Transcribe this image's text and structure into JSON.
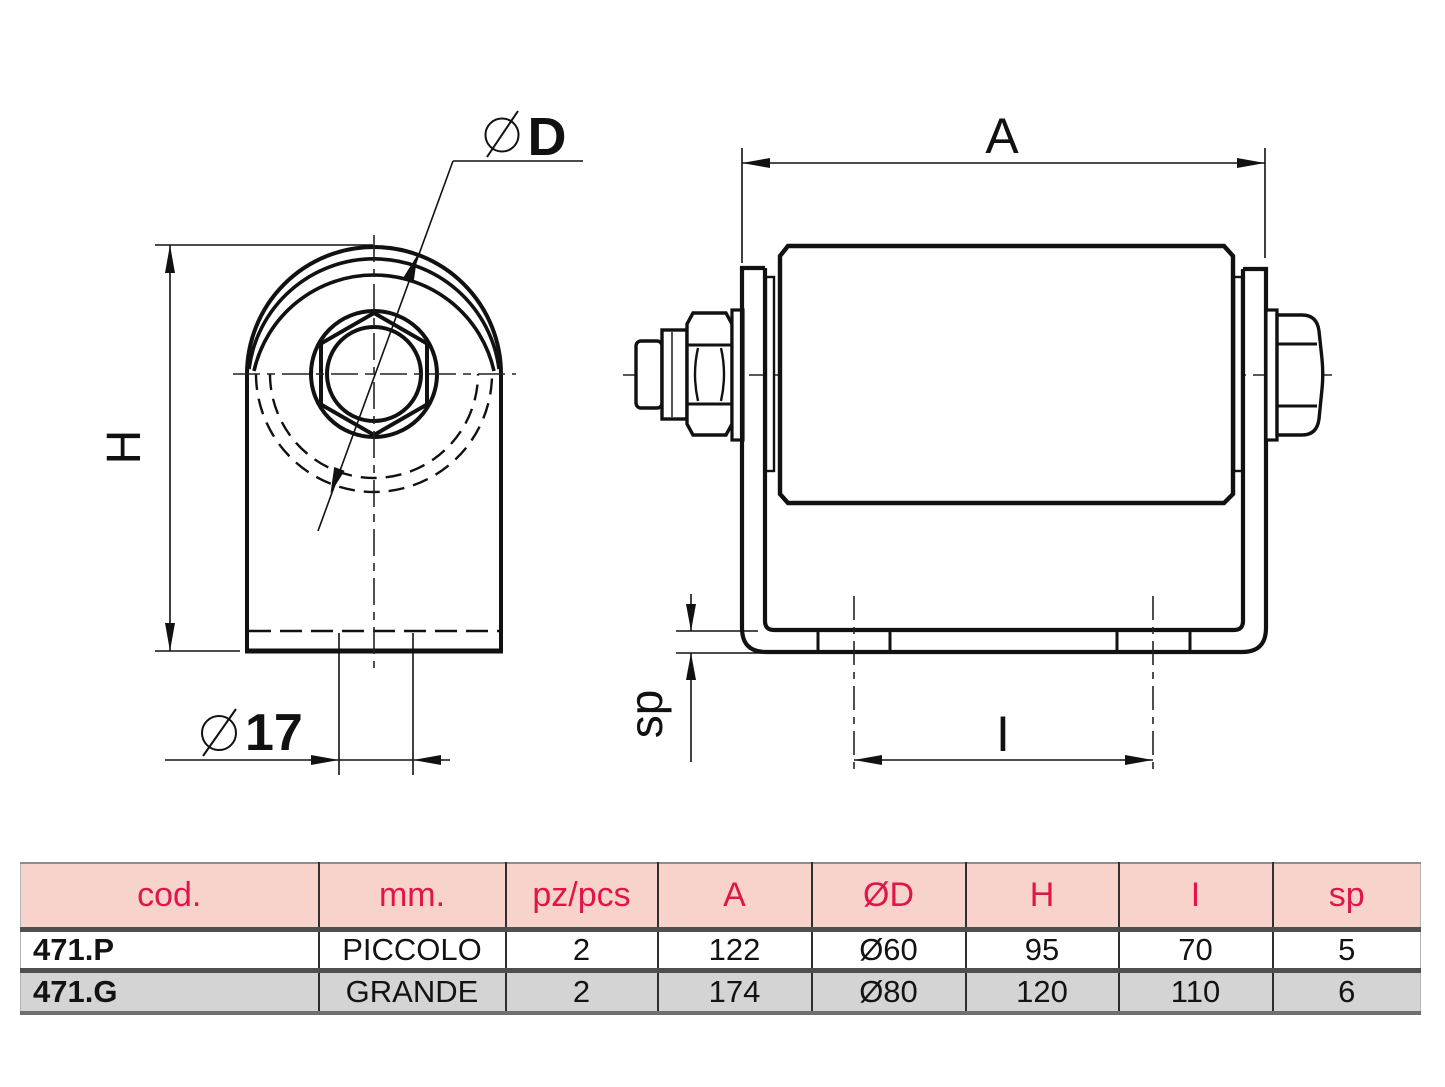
{
  "colors": {
    "ink": "#111111",
    "thin_line": "#1c1c1c",
    "accent_red": "#e0164b",
    "header_bg": "#f8d3cb",
    "row_alt_bg": "#d4d4d4",
    "divider_gray": "#4f4f4f",
    "background": "#ffffff"
  },
  "drawing": {
    "labels": {
      "diameter_d": "D",
      "diameter_17": "17",
      "height": "H",
      "width_a": "A",
      "hole_span": "I",
      "thickness": "sp"
    }
  },
  "table": {
    "headers": [
      "cod.",
      "mm.",
      "pz/pcs",
      "A",
      "ØD",
      "H",
      "I",
      "sp"
    ],
    "rows": [
      {
        "cells": [
          "471.P",
          "PICCOLO",
          "2",
          "122",
          "Ø60",
          "95",
          "70",
          "5"
        ]
      },
      {
        "cells": [
          "471.G",
          "GRANDE",
          "2",
          "174",
          "Ø80",
          "120",
          "110",
          "6"
        ]
      }
    ]
  }
}
